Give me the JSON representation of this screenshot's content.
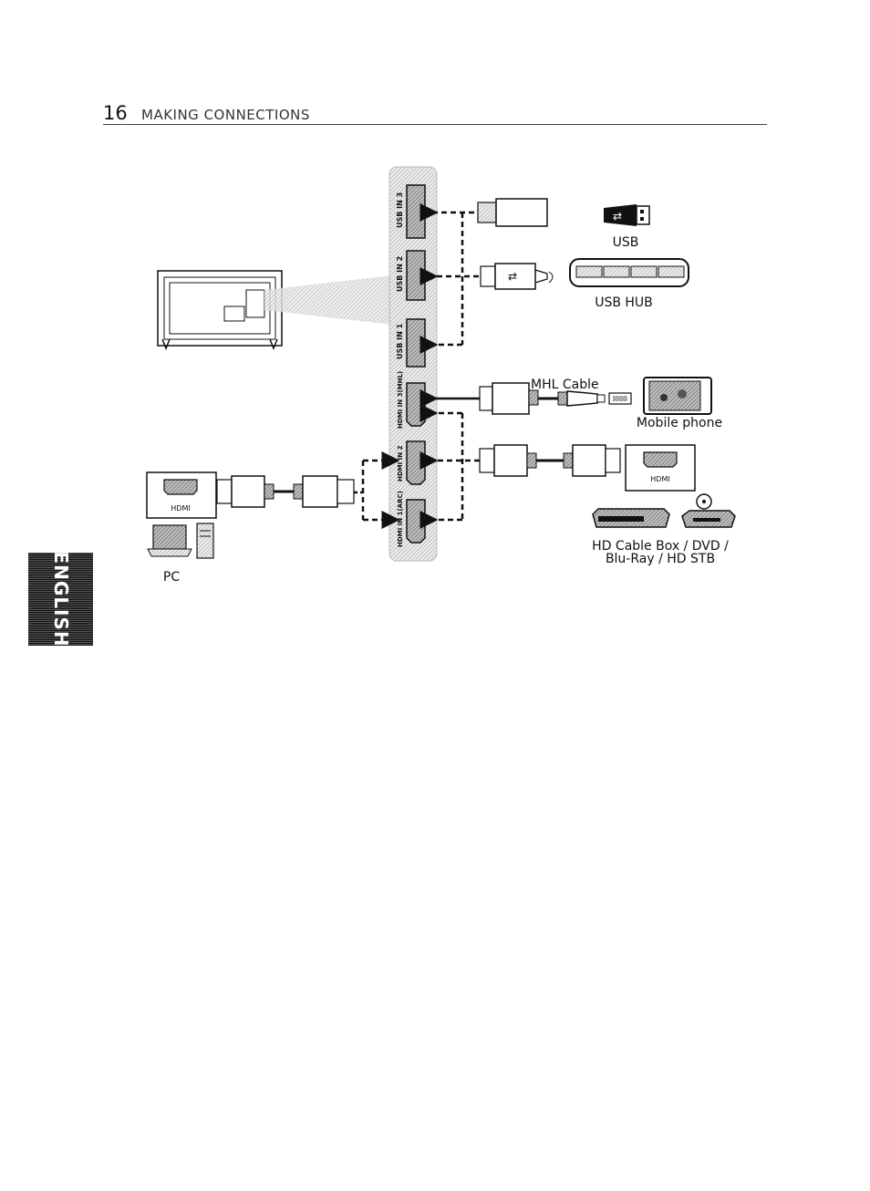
{
  "header": {
    "page_number": "16",
    "section_title": "MAKING CONNECTIONS"
  },
  "side_tab": {
    "label": "ENGLISH"
  },
  "ports": [
    {
      "id": "usb3",
      "label": "USB IN 3"
    },
    {
      "id": "usb2",
      "label": "USB IN 2"
    },
    {
      "id": "usb1",
      "label": "USB IN 1"
    },
    {
      "id": "hdmi3",
      "label": "HDMI IN 3(MHL)"
    },
    {
      "id": "hdmi2",
      "label": "HDMI IN 2"
    },
    {
      "id": "hdmi1",
      "label": "HDMI IN 1(ARC)"
    }
  ],
  "devices": {
    "usb": "USB",
    "usb_hub": "USB HUB",
    "mhl_cable": "MHL Cable",
    "mobile_phone": "Mobile phone",
    "hd_box_line1": "HD Cable Box / DVD /",
    "hd_box_line2": "Blu-Ray / HD STB",
    "pc": "PC",
    "hdmi_box_left": "HDMI",
    "hdmi_box_right": "HDMI"
  },
  "colors": {
    "ink": "#111111",
    "panel": "#d8d8d8",
    "tab": "#2a2a2a"
  }
}
